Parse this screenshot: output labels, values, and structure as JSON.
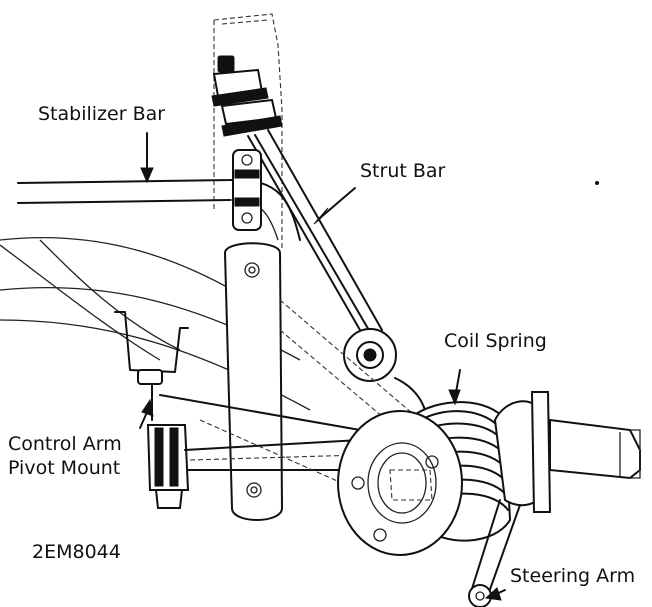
{
  "labels": {
    "stabilizer_bar": "Stabilizer Bar",
    "strut_bar": "Strut Bar",
    "coil_spring": "Coil Spring",
    "control_arm_line1": "Control Arm",
    "control_arm_line2": "Pivot Mount",
    "steering_arm": "Steering Arm",
    "figure_code": "2EM8044"
  }
}
